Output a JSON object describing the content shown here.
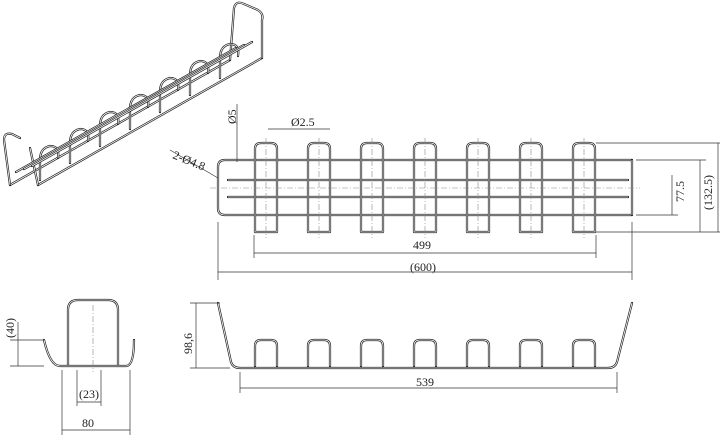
{
  "dimensions": {
    "rod_dia": "Ø5",
    "wire_dia": "Ø2.5",
    "hole_dia": "2-Ø4.8",
    "rail_span": "77.5",
    "overall_width": "(132.5)",
    "loop_span": "499",
    "overall_length": "(600)",
    "side_rise": "(40)",
    "height": "98,6",
    "base_length": "539",
    "inner_spacing": "(23)",
    "base_width": "80"
  }
}
